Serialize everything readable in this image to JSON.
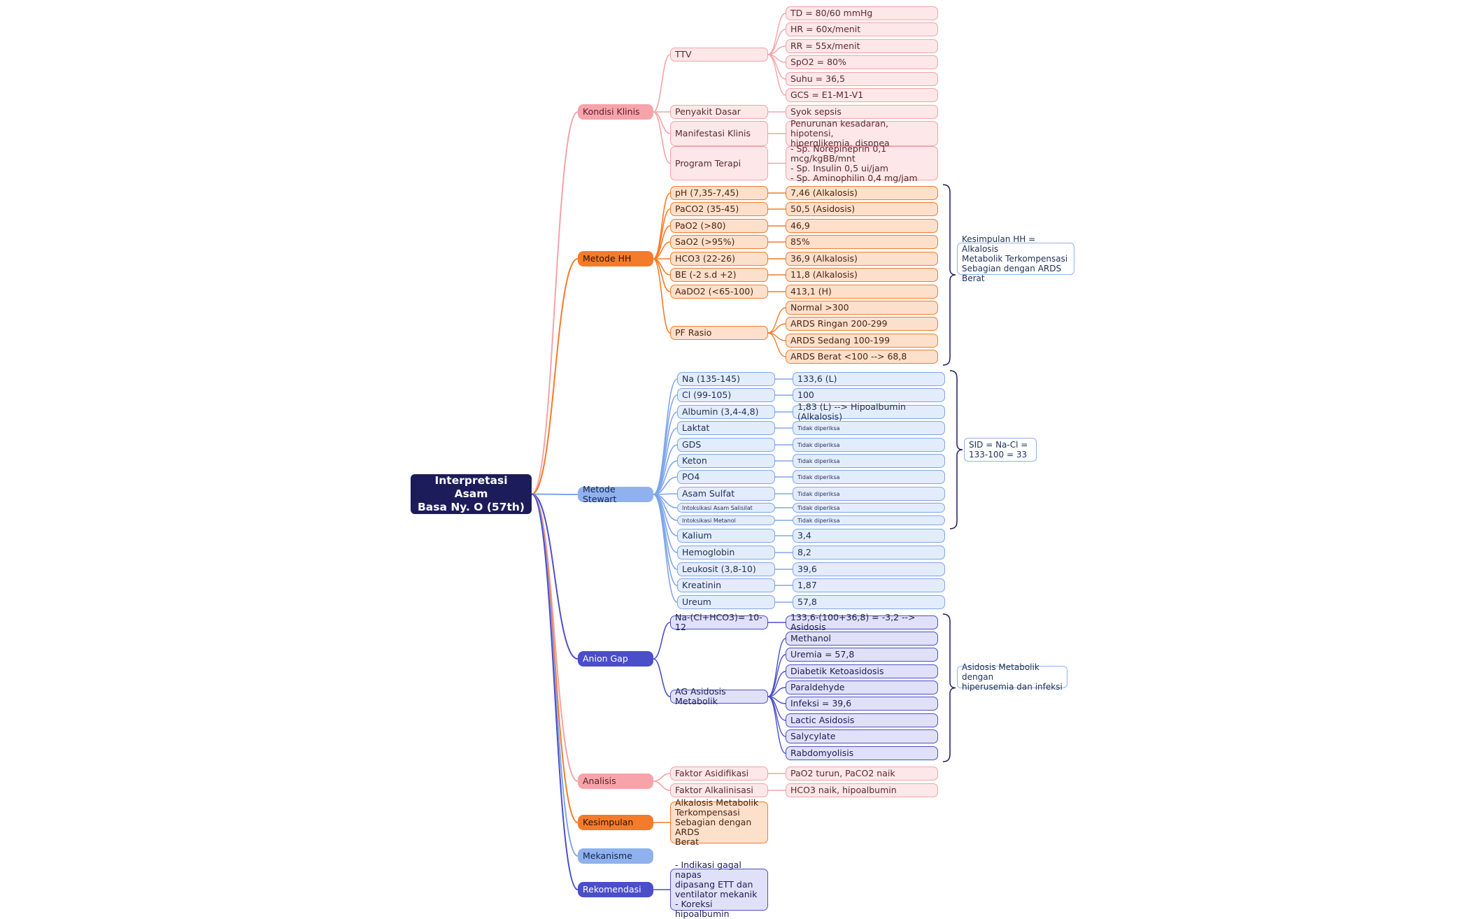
{
  "root": {
    "text": "Interpretasi Asam\nBasa Ny. O (57th)"
  },
  "colors": {
    "root": "#1c1c5a",
    "pink": "#f4a3a8",
    "orange": "#f47b2a",
    "blue": "#7fa6ea",
    "indigo": "#4d4fc8"
  },
  "branches": [
    {
      "id": "kondisi",
      "label": "Kondisi Klinis",
      "theme": "pink",
      "children": [
        {
          "label": "TTV",
          "children": [
            {
              "label": "TD = 80/60 mmHg"
            },
            {
              "label": "HR = 60x/menit"
            },
            {
              "label": "RR = 55x/menit"
            },
            {
              "label": "SpO2 = 80%"
            },
            {
              "label": "Suhu = 36,5"
            },
            {
              "label": "GCS = E1-M1-V1"
            }
          ]
        },
        {
          "label": "Penyakit Dasar",
          "children": [
            {
              "label": "Syok sepsis"
            }
          ]
        },
        {
          "label": "Manifestasi Klinis",
          "children": [
            {
              "label": "Penurunan kesadaran, hipotensi,\nhiperglikemia, dispnea"
            }
          ]
        },
        {
          "label": "Program Terapi",
          "children": [
            {
              "label": "- Sp. Norepineprin 0,1 mcg/kgBB/mnt\n- Sp. Insulin 0,5 ui/jam\n- Sp. Aminophilin 0,4 mg/jam"
            }
          ]
        }
      ]
    },
    {
      "id": "hh",
      "label": "Metode HH",
      "theme": "orange",
      "children": [
        {
          "label": "pH (7,35-7,45)",
          "children": [
            {
              "label": "7,46 (Alkalosis)"
            }
          ]
        },
        {
          "label": "PaCO2 (35-45)",
          "children": [
            {
              "label": "50,5 (Asidosis)"
            }
          ]
        },
        {
          "label": "PaO2 (>80)",
          "children": [
            {
              "label": "46,9"
            }
          ]
        },
        {
          "label": "SaO2 (>95%)",
          "children": [
            {
              "label": "85%"
            }
          ]
        },
        {
          "label": "HCO3 (22-26)",
          "children": [
            {
              "label": "36,9 (Alkalosis)"
            }
          ]
        },
        {
          "label": "BE (-2 s.d +2)",
          "children": [
            {
              "label": "11,8 (Alkalosis)"
            }
          ]
        },
        {
          "label": "AaDO2 (<65-100)",
          "children": [
            {
              "label": "413,1 (H)"
            }
          ]
        },
        {
          "label": "PF Rasio",
          "children": [
            {
              "label": "Normal >300"
            },
            {
              "label": "ARDS Ringan 200-299"
            },
            {
              "label": "ARDS Sedang 100-199"
            },
            {
              "label": "ARDS Berat <100 --> 68,8"
            }
          ]
        }
      ],
      "summary": "Kesimpulan HH = Alkalosis\nMetabolik Terkompensasi\nSebagian dengan ARDS Berat"
    },
    {
      "id": "stewart",
      "label": "Metode Stewart",
      "theme": "blue",
      "children": [
        {
          "label": "Na (135-145)",
          "children": [
            {
              "label": "133,6 (L)"
            }
          ]
        },
        {
          "label": "Cl (99-105)",
          "children": [
            {
              "label": "100"
            }
          ]
        },
        {
          "label": "Albumin (3,4-4,8)",
          "children": [
            {
              "label": "1,83 (L) --> Hipoalbumin (Alkalosis)"
            }
          ]
        },
        {
          "label": "Laktat",
          "children": [
            {
              "label": "Tidak diperiksa"
            }
          ]
        },
        {
          "label": "GDS",
          "children": [
            {
              "label": "Tidak diperiksa"
            }
          ]
        },
        {
          "label": "Keton",
          "children": [
            {
              "label": "Tidak diperiksa"
            }
          ]
        },
        {
          "label": "PO4",
          "children": [
            {
              "label": "Tidak diperiksa"
            }
          ]
        },
        {
          "label": "Asam Sulfat",
          "children": [
            {
              "label": "Tidak diperiksa"
            }
          ]
        },
        {
          "label": "Intoksikasi Asam Salisilat",
          "children": [
            {
              "label": "Tidak diperiksa"
            }
          ]
        },
        {
          "label": "Intoksikasi Metanol",
          "children": [
            {
              "label": "Tidak diperiksa"
            }
          ]
        },
        {
          "label": "Kalium",
          "children": [
            {
              "label": "3,4"
            }
          ]
        },
        {
          "label": "Hemoglobin",
          "children": [
            {
              "label": "8,2"
            }
          ]
        },
        {
          "label": "Leukosit (3,8-10)",
          "children": [
            {
              "label": "39,6"
            }
          ]
        },
        {
          "label": "Kreatinin",
          "children": [
            {
              "label": "1,87"
            }
          ]
        },
        {
          "label": "Ureum",
          "children": [
            {
              "label": "57,8"
            }
          ]
        }
      ],
      "summary": "SID = Na-Cl =\n133-100 = 33"
    },
    {
      "id": "anion",
      "label": "Anion Gap",
      "theme": "indigo",
      "children": [
        {
          "label": "Na-(Cl+HCO3)= 10-12",
          "children": [
            {
              "label": "133,6-(100+36,8) = -3,2 --> Asidosis"
            }
          ]
        },
        {
          "label": "AG Asidosis Metabolik",
          "children": [
            {
              "label": "Methanol"
            },
            {
              "label": "Uremia = 57,8"
            },
            {
              "label": "Diabetik Ketoasidosis"
            },
            {
              "label": "Paraldehyde"
            },
            {
              "label": "Infeksi = 39,6"
            },
            {
              "label": "Lactic Asidosis"
            },
            {
              "label": "Salycylate"
            },
            {
              "label": "Rabdomyolisis"
            }
          ]
        }
      ],
      "summary": "Asidosis Metabolik dengan\nhiperusemia dan infeksi"
    },
    {
      "id": "analisis",
      "label": "Analisis",
      "theme": "pink",
      "children": [
        {
          "label": "Faktor Asidifikasi",
          "children": [
            {
              "label": "PaO2 turun, PaCO2 naik"
            }
          ]
        },
        {
          "label": "Faktor Alkalinisasi",
          "children": [
            {
              "label": "HCO3 naik, hipoalbumin"
            }
          ]
        }
      ]
    },
    {
      "id": "kesimpulan",
      "label": "Kesimpulan",
      "theme": "orange",
      "children": [
        {
          "label": "Alkalosis Metabolik\nTerkompensasi\nSebagian dengan ARDS\nBerat"
        }
      ]
    },
    {
      "id": "mekanisme",
      "label": "Mekanisme",
      "theme": "blue",
      "children": []
    },
    {
      "id": "rekomendasi",
      "label": "Rekomendasi",
      "theme": "indigo",
      "children": [
        {
          "label": "- Indikasi gagal napas\ndipasang ETT dan\nventilator mekanik\n- Koreksi hipoalbumin"
        }
      ]
    }
  ]
}
